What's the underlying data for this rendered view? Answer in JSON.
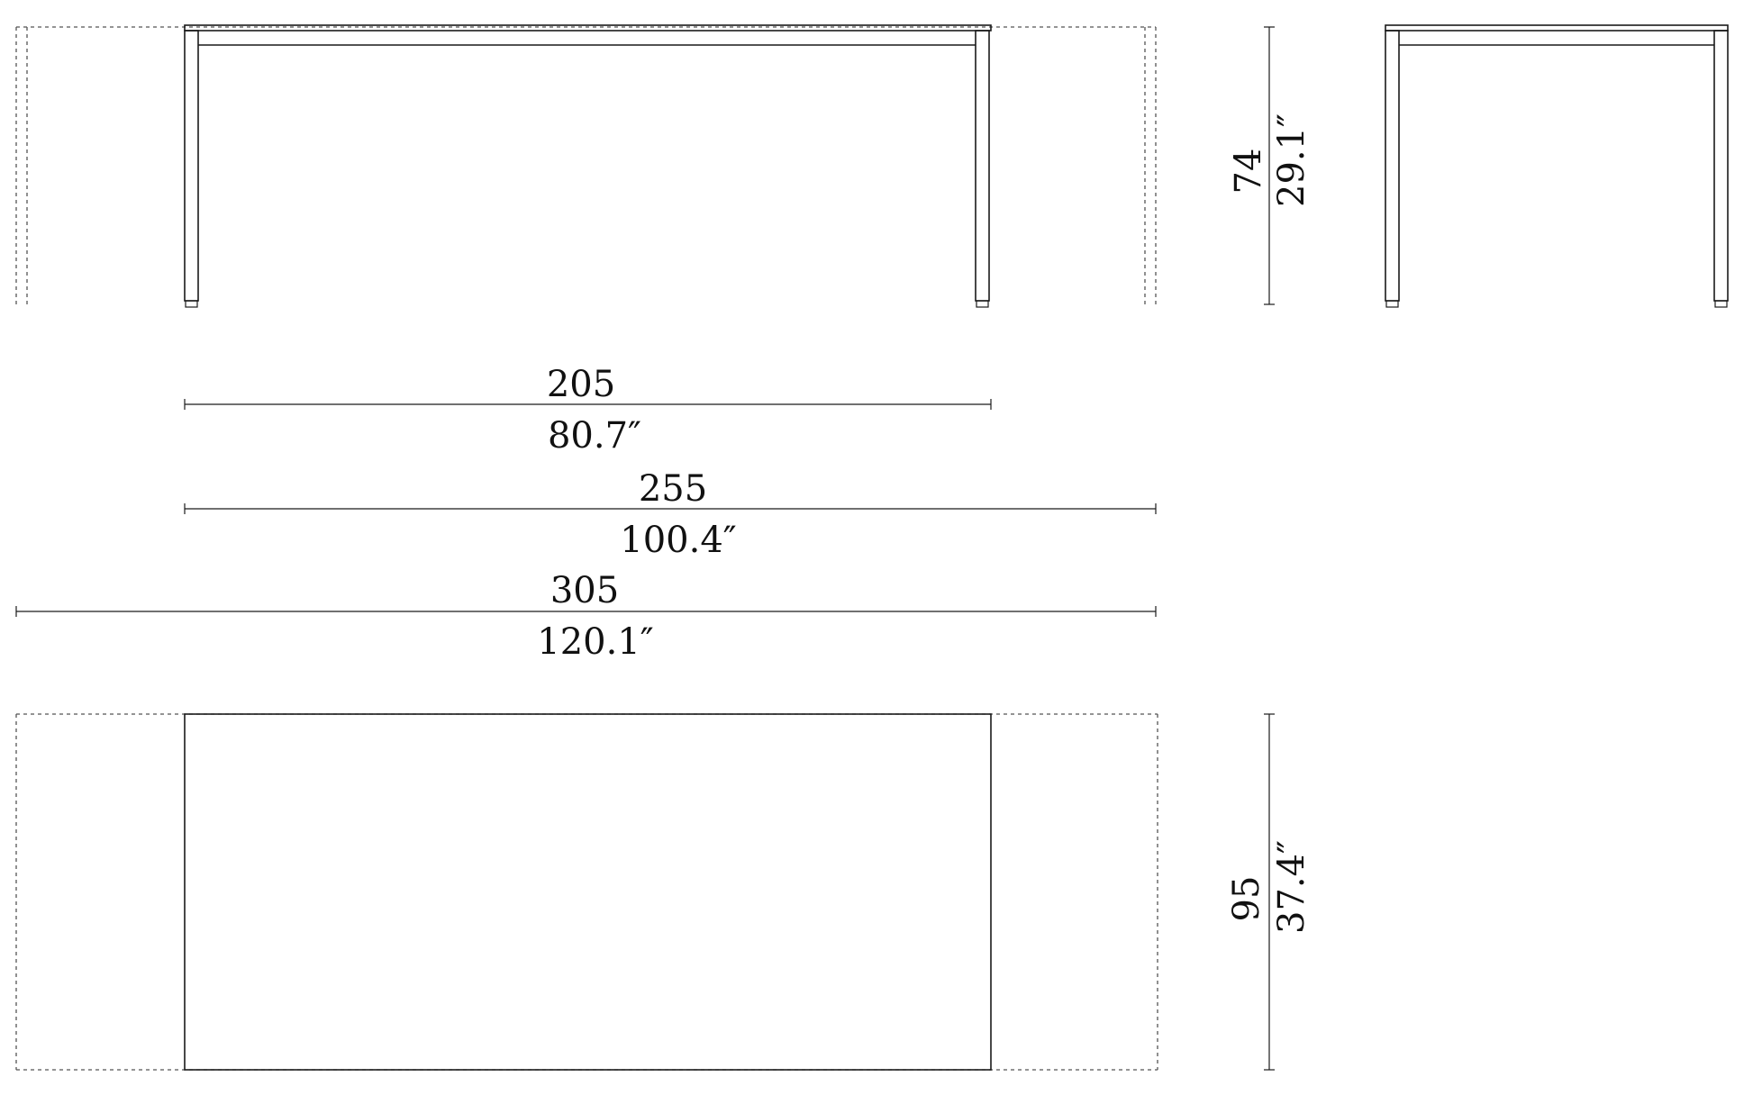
{
  "colors": {
    "line": "#1a1a1a",
    "dashed_extension": "#555555",
    "text": "#111111",
    "background": "#ffffff"
  },
  "dimensions": {
    "height": {
      "cm": "74",
      "inch": "29.1″"
    },
    "length_closed": {
      "cm": "205",
      "inch": "80.7″"
    },
    "length_one_extension": {
      "cm": "255",
      "inch": "100.4″"
    },
    "length_full_extension": {
      "cm": "305",
      "inch": "120.1″"
    },
    "depth": {
      "cm": "95",
      "inch": "37.4″"
    }
  }
}
